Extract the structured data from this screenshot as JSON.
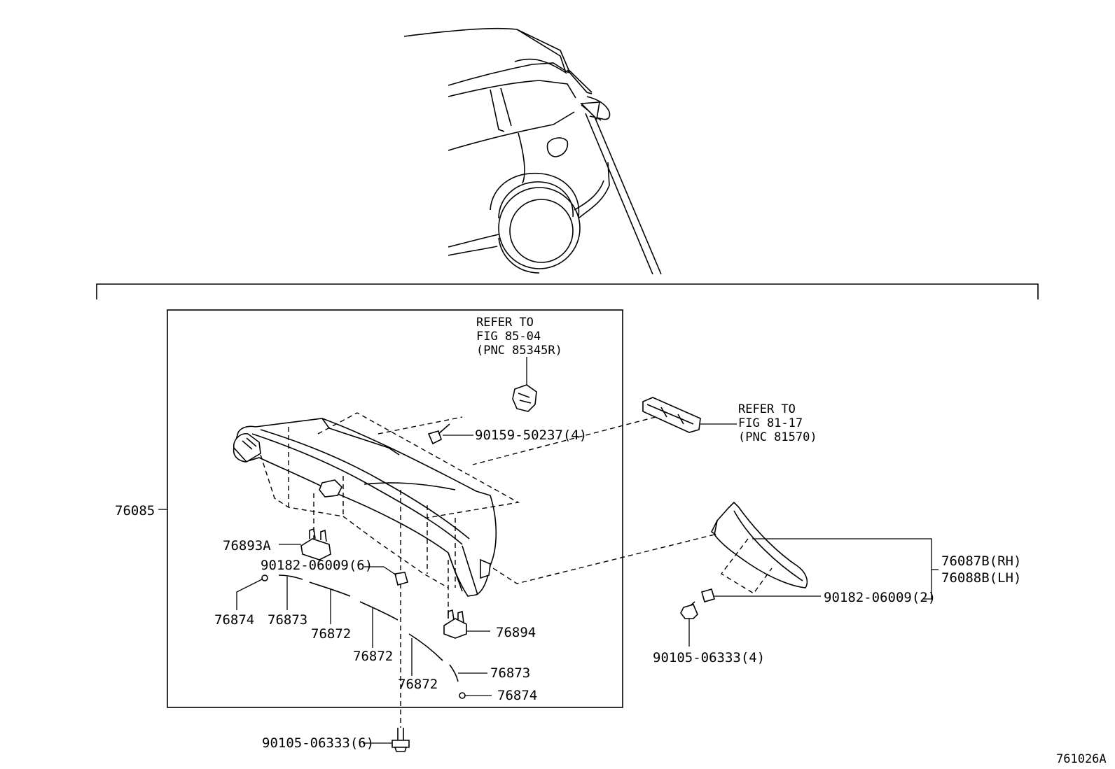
{
  "figure_id": "761026A",
  "refer_notes": [
    {
      "id": "fig-85-04",
      "lines": [
        "REFER TO",
        "FIG 85-04",
        "(PNC 85345R)"
      ]
    },
    {
      "id": "fig-81-17",
      "lines": [
        "REFER TO",
        "FIG 81-17",
        "(PNC 81570)"
      ]
    }
  ],
  "part_labels": {
    "spoiler_assy": "76085",
    "bracket_76893A": "76893A",
    "screw_90159": "90159-50237(4)",
    "nut_left": "90182-06009(6)",
    "nut_right": "90182-06009(2)",
    "seal_76874_left": "76874",
    "seal_76873_left": "76873",
    "seal_76872_a": "76872",
    "seal_76872_b": "76872",
    "seal_76872_c": "76872",
    "seal_76873_right": "76873",
    "seal_76874_right": "76874",
    "bracket_76894": "76894",
    "bolt_bottom": "90105-06333(6)",
    "bolt_right": "90105-06333(4)",
    "side_spoiler_rh": "76087B(RH)",
    "side_spoiler_lh": "76088B(LH)"
  }
}
